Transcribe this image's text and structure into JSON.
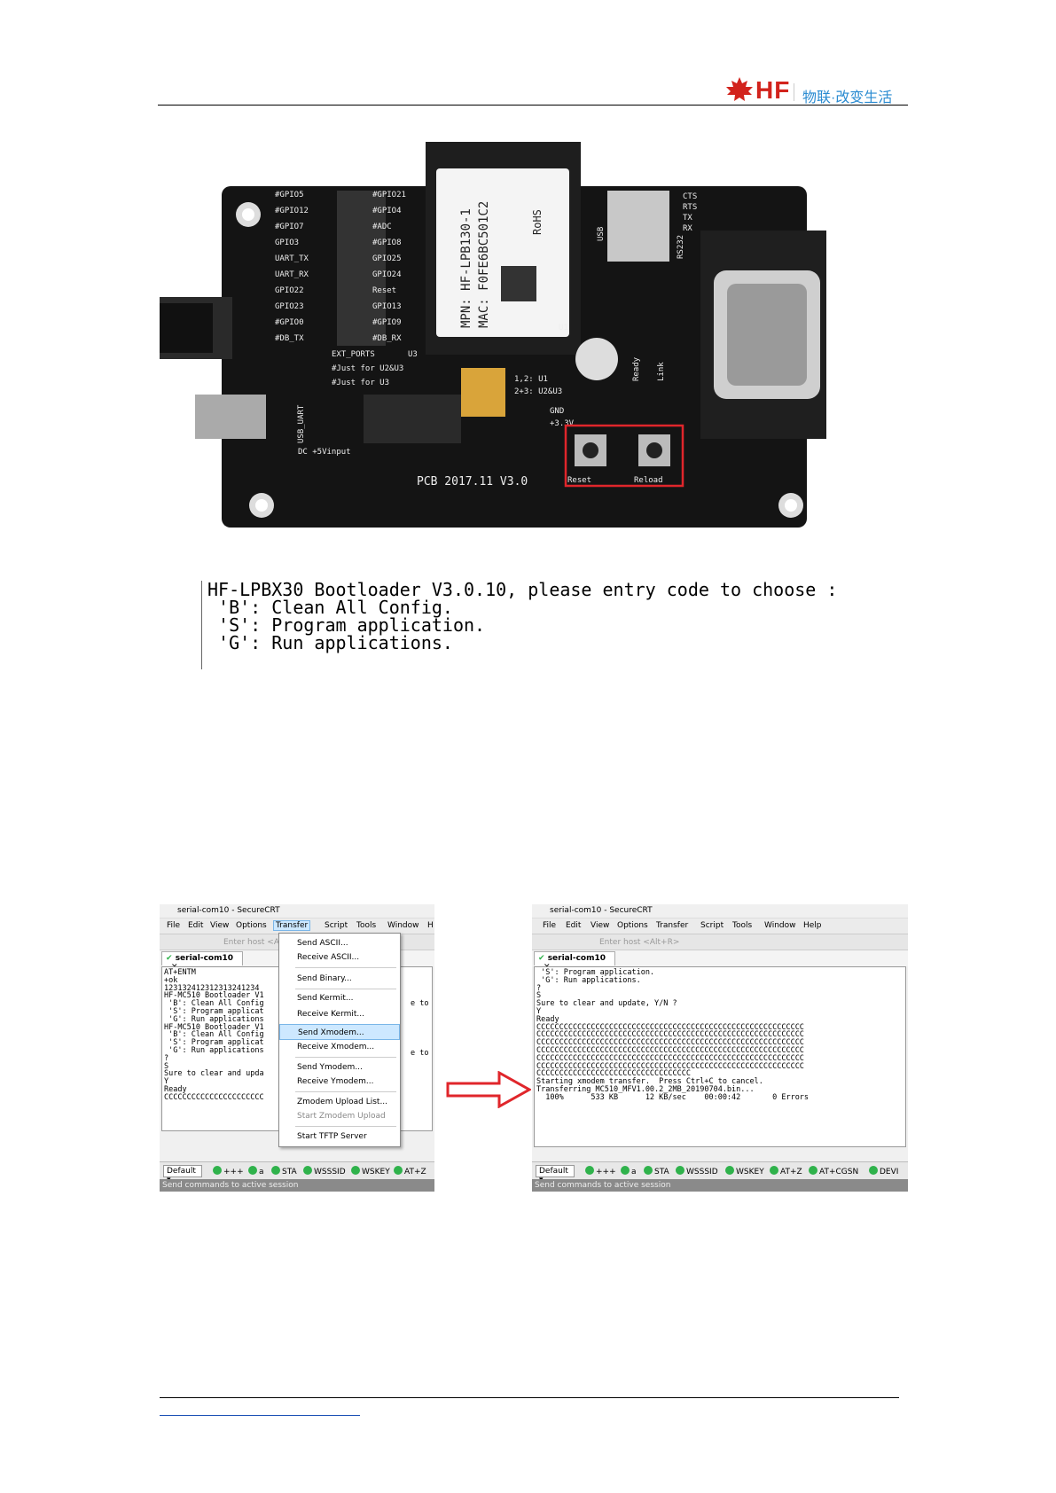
{
  "header": {
    "logo_text": "HF",
    "slogan": "物联·改变生活"
  },
  "board_photo": {
    "labels": {
      "mpn": "MPN: HF-LPB130-1",
      "mac": "MAC: F0FE6BC501C2",
      "rohs": "RoHS",
      "pcb": "PCB 2017.11 V3.0",
      "reset": "Reset",
      "reload": "Reload",
      "usb": "USB",
      "rs232": "RS232",
      "ext_ports": "EXT_PORTS",
      "just_u2u3": "#Just for U2&U3",
      "just_u3": "#Just for U3",
      "dc_input": "DC +5Vinput",
      "usb_uart": "USB_UART",
      "jumper1": "1,2: U1",
      "jumper2": "2+3: U2&U3",
      "gnd": "GND",
      "v33": "+3.3V",
      "ready": "Ready",
      "link": "Link",
      "u1": "U1",
      "u3": "U3",
      "cts": "CTS",
      "rts": "RTS",
      "tx": "TX",
      "rx": "RX",
      "left_pins": [
        "#GPIO5",
        "#GPIO12",
        "#GPIO7",
        "GPIO3",
        "UART_TX",
        "UART_RX",
        "GPIO22",
        "GPIO23",
        "#GPIO0",
        "#DB_TX"
      ],
      "right_pins": [
        "#GPIO21",
        "#GPIO4",
        "#ADC",
        "#GPIO8",
        "GPIO25",
        "GPIO24",
        "Reset",
        "GPIO13",
        "#GPIO9",
        "#DB_RX"
      ]
    }
  },
  "bootloader": {
    "lines": [
      "HF-LPBX30 Bootloader V3.0.10, please entry code to choose :",
      " 'B': Clean All Config.",
      " 'S': Program application.",
      " 'G': Run applications."
    ]
  },
  "shot_left": {
    "title": "serial-com10 - SecureCRT",
    "menu": [
      "File",
      "Edit",
      "View",
      "Options",
      "Transfer",
      "Script",
      "Tools",
      "Window",
      "H"
    ],
    "host_placeholder": "Enter host <A",
    "tab": "serial-com10",
    "terminal": [
      "AT+ENTM",
      "+ok",
      "",
      "123132412312313241234",
      "HF-MC510 Bootloader V1",
      " 'B': Clean All Config",
      " 'S': Program applicat",
      " 'G': Run applications",
      "",
      "HF-MC510 Bootloader V1",
      " 'B': Clean All Config",
      " 'S': Program applicat",
      " 'G': Run applications",
      "",
      "?",
      "S",
      "Sure to clear and upda",
      "Y",
      "Ready",
      "CCCCCCCCCCCCCCCCCCCCCC"
    ],
    "terminal_right": [
      "e to c",
      "e to c"
    ],
    "transfer_menu": [
      "Send ASCII...",
      "Receive ASCII...",
      "Send Binary...",
      "Send Kermit...",
      "Receive Kermit...",
      "Send Xmodem...",
      "Receive Xmodem...",
      "Send Ymodem...",
      "Receive Ymodem...",
      "Zmodem Upload List...",
      "Start Zmodem Upload",
      "Start TFTP Server"
    ],
    "buttons": [
      "+++",
      "a",
      "STA",
      "WSSSID",
      "WSKEY",
      "AT+Z"
    ],
    "dropdown": "Default",
    "status": "Send commands to active session"
  },
  "shot_right": {
    "title": "serial-com10 - SecureCRT",
    "menu": [
      "File",
      "Edit",
      "View",
      "Options",
      "Transfer",
      "Script",
      "Tools",
      "Window",
      "Help"
    ],
    "host_placeholder": "Enter host <Alt+R>",
    "tab": "serial-com10",
    "terminal": [
      " 'S': Program application.",
      " 'G': Run applications.",
      "",
      "?",
      "S",
      "Sure to clear and update, Y/N ?",
      "Y",
      "Ready",
      "CCCCCCCCCCCCCCCCCCCCCCCCCCCCCCCCCCCCCCCCCCCCCCCCCCCCCCCCCCC",
      "CCCCCCCCCCCCCCCCCCCCCCCCCCCCCCCCCCCCCCCCCCCCCCCCCCCCCCCCCCC",
      "CCCCCCCCCCCCCCCCCCCCCCCCCCCCCCCCCCCCCCCCCCCCCCCCCCCCCCCCCCC",
      "CCCCCCCCCCCCCCCCCCCCCCCCCCCCCCCCCCCCCCCCCCCCCCCCCCCCCCCCCCC",
      "CCCCCCCCCCCCCCCCCCCCCCCCCCCCCCCCCCCCCCCCCCCCCCCCCCCCCCCCCCC",
      "CCCCCCCCCCCCCCCCCCCCCCCCCCCCCCCCCCCCCCCCCCCCCCCCCCCCCCCCCCC",
      "CCCCCCCCCCCCCCCCCCCCCCCCCCCCCCCCCC",
      "Starting xmodem transfer.  Press Ctrl+C to cancel.",
      "Transferring MC510_MFV1.00.2_2MB_20190704.bin...",
      "  100%      533 KB      12 KB/sec    00:00:42       0 Errors"
    ],
    "buttons": [
      "+++",
      "a",
      "STA",
      "WSSSID",
      "WSKEY",
      "AT+Z",
      "AT+CGSN",
      "DEVI"
    ],
    "dropdown": "Default",
    "status": "Send commands to active session"
  },
  "colors": {
    "brand_red": "#d2231c",
    "brand_blue": "#2a8bd1",
    "highlight_red": "#e0262b",
    "pcb_black": "#141414",
    "button_green": "#2fb24b"
  }
}
